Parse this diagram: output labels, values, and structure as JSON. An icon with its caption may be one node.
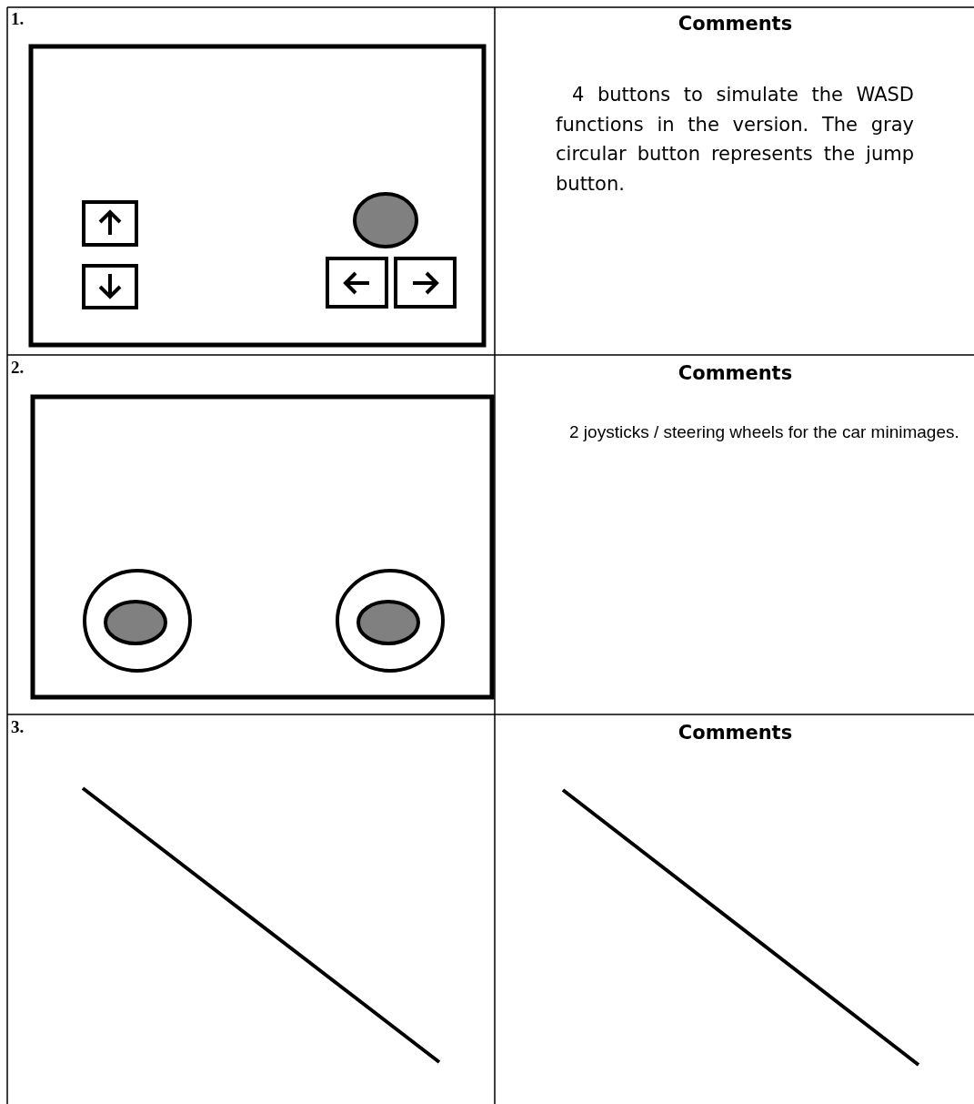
{
  "diagram": {
    "labels": [
      "1.",
      "Comments",
      "4 buttons to simulate the WASD functions in the version. The gray circular button represents the jump button.",
      "2.",
      "Comments",
      "2 joysticks / steering wheels for the car minimages.",
      "3.",
      "Comments"
    ]
  }
}
